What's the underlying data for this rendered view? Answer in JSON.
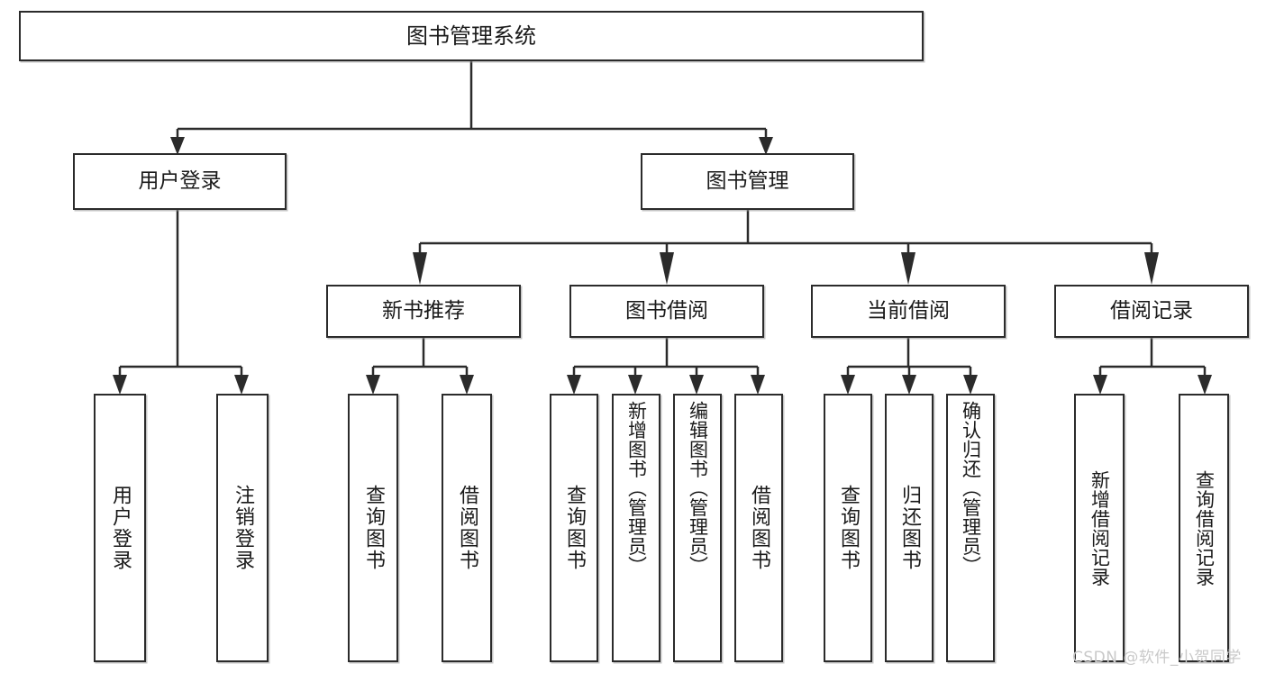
{
  "diagram": {
    "title_node": {
      "label": "图书管理系统"
    },
    "level2": [
      {
        "label": "用户登录"
      },
      {
        "label": "图书管理"
      }
    ],
    "level3": [
      {
        "label": "新书推荐"
      },
      {
        "label": "图书借阅"
      },
      {
        "label": "当前借阅"
      },
      {
        "label": "借阅记录"
      }
    ],
    "leaves": {
      "user_login": [
        {
          "label": "用户登录"
        },
        {
          "label": "注销登录"
        }
      ],
      "new_book_recommend": [
        {
          "label": "查询图书"
        },
        {
          "label": "借阅图书"
        }
      ],
      "book_borrow": [
        {
          "label": "查询图书"
        },
        {
          "label": "新增图书（管理员）"
        },
        {
          "label": "编辑图书（管理员）"
        },
        {
          "label": "借阅图书"
        }
      ],
      "current_borrow": [
        {
          "label": "查询图书"
        },
        {
          "label": "归还图书"
        },
        {
          "label": "确认归还（管理员）"
        }
      ],
      "borrow_record": [
        {
          "label": "新增借阅记录"
        },
        {
          "label": "查询借阅记录"
        }
      ]
    }
  },
  "watermark": {
    "text": "CSDN @软件_小贺同学"
  },
  "colors": {
    "border": "#2b2b2b",
    "background": "#ffffff",
    "text": "#1a1a1a",
    "watermark": "#c9c9c9"
  }
}
